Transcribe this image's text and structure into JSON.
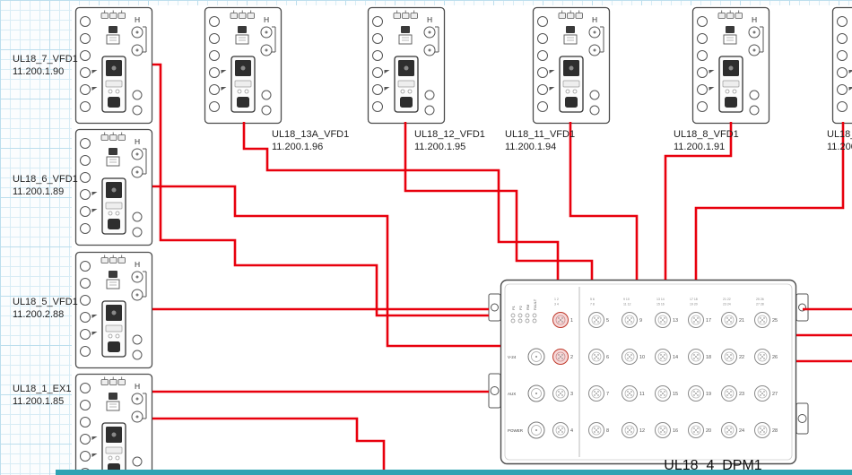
{
  "canvas": {
    "grid_color": "#bcdeed",
    "sheet_color": "#ffffff",
    "cable_color": "#e8000d",
    "bottom_bar_color": "#2fa3b3",
    "highlight_port_color": "#f6d9d9"
  },
  "left_devices": [
    {
      "name": "UL18_7_VFD1",
      "ip": "11.200.1.90"
    },
    {
      "name": "UL18_6_VFD1",
      "ip": "11.200.1.89"
    },
    {
      "name": "UL18_5_VFD1",
      "ip": "11.200.2.88"
    },
    {
      "name": "UL18_1_EX1",
      "ip": "11.200.1.85"
    }
  ],
  "top_devices": [
    {
      "name": "UL18_13A_VFD1",
      "ip": "11.200.1.96"
    },
    {
      "name": "UL18_12_VFD1",
      "ip": "11.200.1.95"
    },
    {
      "name": "UL18_11_VFD1",
      "ip": "11.200.1.94"
    },
    {
      "name": "UL18_8_VFD1",
      "ip": "11.200.1.91"
    },
    {
      "name": "UL18_",
      "ip": "11.200."
    }
  ],
  "vfd": {
    "corner_marker": "H"
  },
  "dpm": {
    "name": "UL18_4_DPM1",
    "led_labels": [
      "P1",
      "P2",
      "RM",
      "FAULT"
    ],
    "connector_labels": [
      "V-24",
      "AUX",
      "POWER"
    ],
    "port_count": 28,
    "highlighted_ports": [
      1,
      2
    ]
  }
}
